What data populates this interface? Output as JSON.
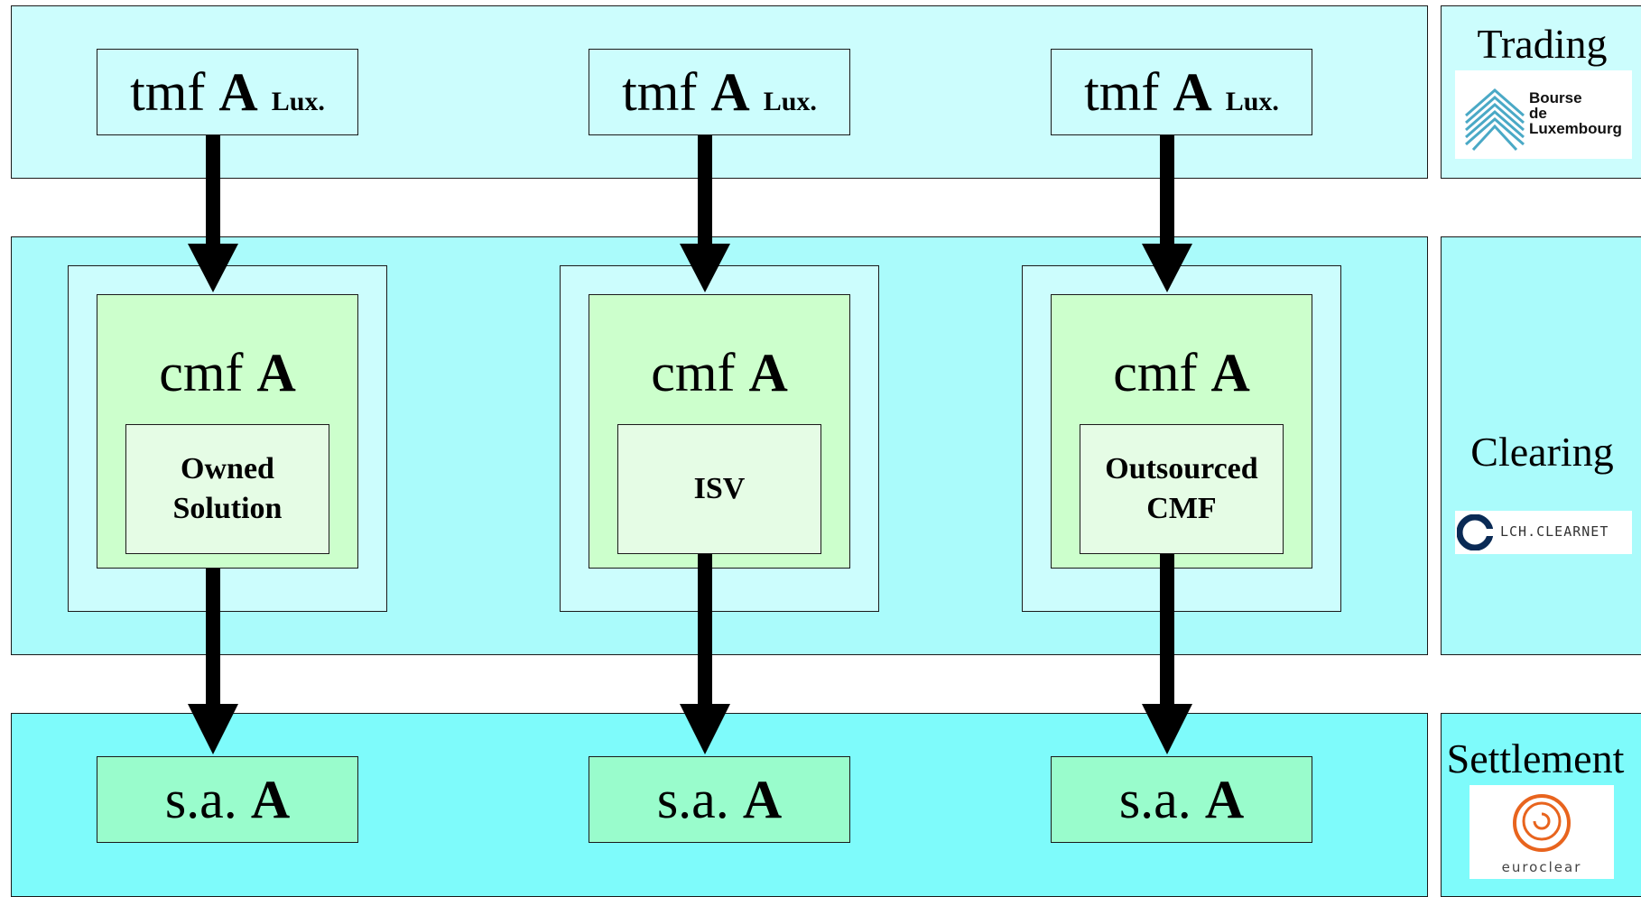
{
  "layers": {
    "trading": {
      "label": "Trading"
    },
    "clearing": {
      "label": "Clearing"
    },
    "settlement": {
      "label": "Settlement"
    }
  },
  "columns": [
    {
      "tmf": "tmf",
      "tmf_bold": "A",
      "tmf_suffix": "Lux.",
      "cmf": "cmf",
      "cmf_bold": "A",
      "solution_line1": "Owned",
      "solution_line2": "Solution",
      "sa": "s.a.",
      "sa_bold": "A"
    },
    {
      "tmf": "tmf",
      "tmf_bold": "A",
      "tmf_suffix": "Lux.",
      "cmf": "cmf",
      "cmf_bold": "A",
      "solution_line1": "ISV",
      "solution_line2": "",
      "sa": "s.a.",
      "sa_bold": "A"
    },
    {
      "tmf": "tmf",
      "tmf_bold": "A",
      "tmf_suffix": "Lux.",
      "cmf": "cmf",
      "cmf_bold": "A",
      "solution_line1": "Outsourced",
      "solution_line2": "CMF",
      "sa": "s.a.",
      "sa_bold": "A"
    }
  ],
  "logos": {
    "bourse": {
      "line1": "Bourse",
      "line2": "de",
      "line3": "Luxembourg"
    },
    "lch": {
      "text": "LCH.CLEARNET"
    },
    "euroclear": {
      "text": "euroclear"
    }
  },
  "colors": {
    "trading_band": "#ccfdfd",
    "clearing_band": "#aafbfb",
    "settlement_band": "#7efbfb",
    "cmf_outer": "#ccfdfd",
    "cmf_box": "#ccffcc",
    "solution_box": "#e5fce5",
    "sa_box": "#99fccc",
    "arrow": "#000000"
  }
}
